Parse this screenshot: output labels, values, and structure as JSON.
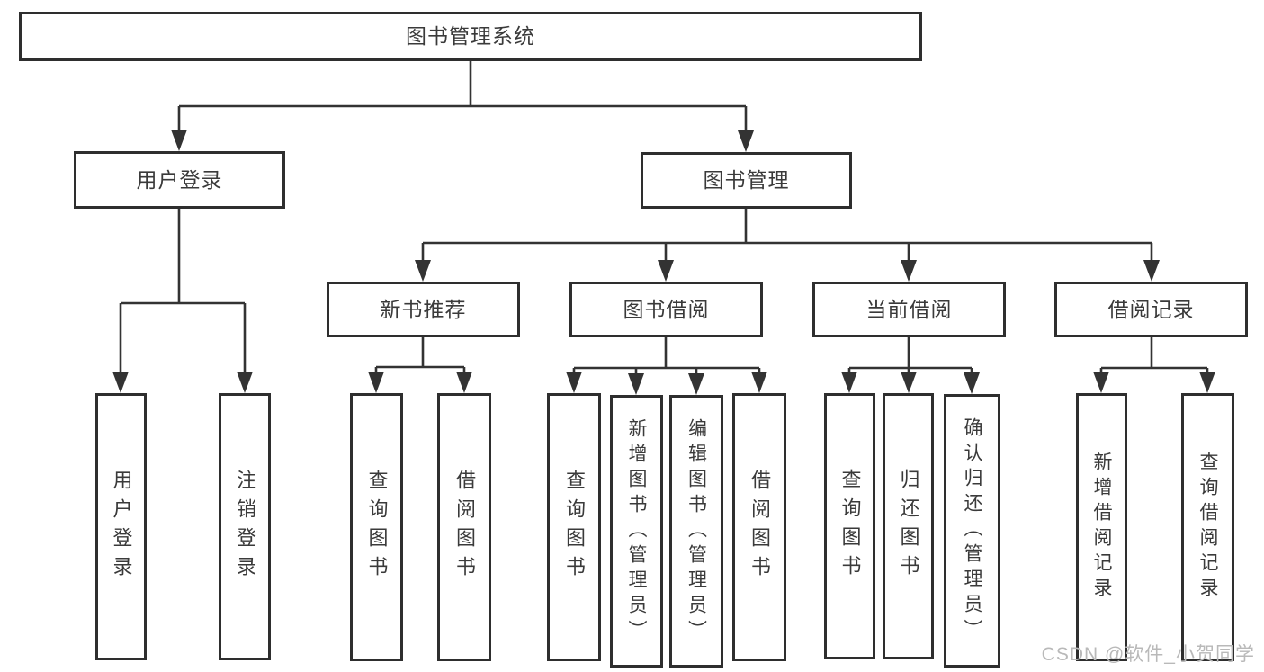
{
  "diagram": {
    "title": "图书管理系统",
    "type": "hierarchy-tree",
    "colors": {
      "background": "#ffffff",
      "line": "#333333",
      "box_border": "#2e2e2e",
      "text": "#3a3a3a",
      "watermark": "#b9b9b9"
    },
    "nodes": {
      "root": {
        "label": "图书管理系统"
      },
      "login": {
        "label": "用户登录"
      },
      "mgmt": {
        "label": "图书管理"
      },
      "newbook": {
        "label": "新书推荐"
      },
      "borrow": {
        "label": "图书借阅"
      },
      "current": {
        "label": "当前借阅"
      },
      "records": {
        "label": "借阅记录"
      },
      "login_user": {
        "label": "用户登录"
      },
      "login_logout": {
        "label": "注销登录"
      },
      "newbook_query": {
        "label": "查询图书"
      },
      "newbook_borrow": {
        "label": "借阅图书"
      },
      "borrow_query": {
        "label": "查询图书"
      },
      "borrow_add": {
        "label": "新增图书（管理员）"
      },
      "borrow_edit": {
        "label": "编辑图书（管理员）"
      },
      "borrow_borrow": {
        "label": "借阅图书"
      },
      "current_query": {
        "label": "查询图书"
      },
      "current_return": {
        "label": "归还图书"
      },
      "current_confirm": {
        "label": "确认归还（管理员）"
      },
      "records_add": {
        "label": "新增借阅记录"
      },
      "records_query": {
        "label": "查询借阅记录"
      }
    },
    "edges": [
      {
        "from": "图书管理系统",
        "to": "用户登录"
      },
      {
        "from": "图书管理系统",
        "to": "图书管理"
      },
      {
        "from": "用户登录",
        "to": "用户登录"
      },
      {
        "from": "用户登录",
        "to": "注销登录"
      },
      {
        "from": "图书管理",
        "to": "新书推荐"
      },
      {
        "from": "图书管理",
        "to": "图书借阅"
      },
      {
        "from": "图书管理",
        "to": "当前借阅"
      },
      {
        "from": "图书管理",
        "to": "借阅记录"
      },
      {
        "from": "新书推荐",
        "to": "查询图书"
      },
      {
        "from": "新书推荐",
        "to": "借阅图书"
      },
      {
        "from": "图书借阅",
        "to": "查询图书"
      },
      {
        "from": "图书借阅",
        "to": "新增图书（管理员）"
      },
      {
        "from": "图书借阅",
        "to": "编辑图书（管理员）"
      },
      {
        "from": "图书借阅",
        "to": "借阅图书"
      },
      {
        "from": "当前借阅",
        "to": "查询图书"
      },
      {
        "from": "当前借阅",
        "to": "归还图书"
      },
      {
        "from": "当前借阅",
        "to": "确认归还（管理员）"
      },
      {
        "from": "借阅记录",
        "to": "新增借阅记录"
      },
      {
        "from": "借阅记录",
        "to": "查询借阅记录"
      }
    ],
    "watermark": "CSDN @软件_小贺同学"
  }
}
